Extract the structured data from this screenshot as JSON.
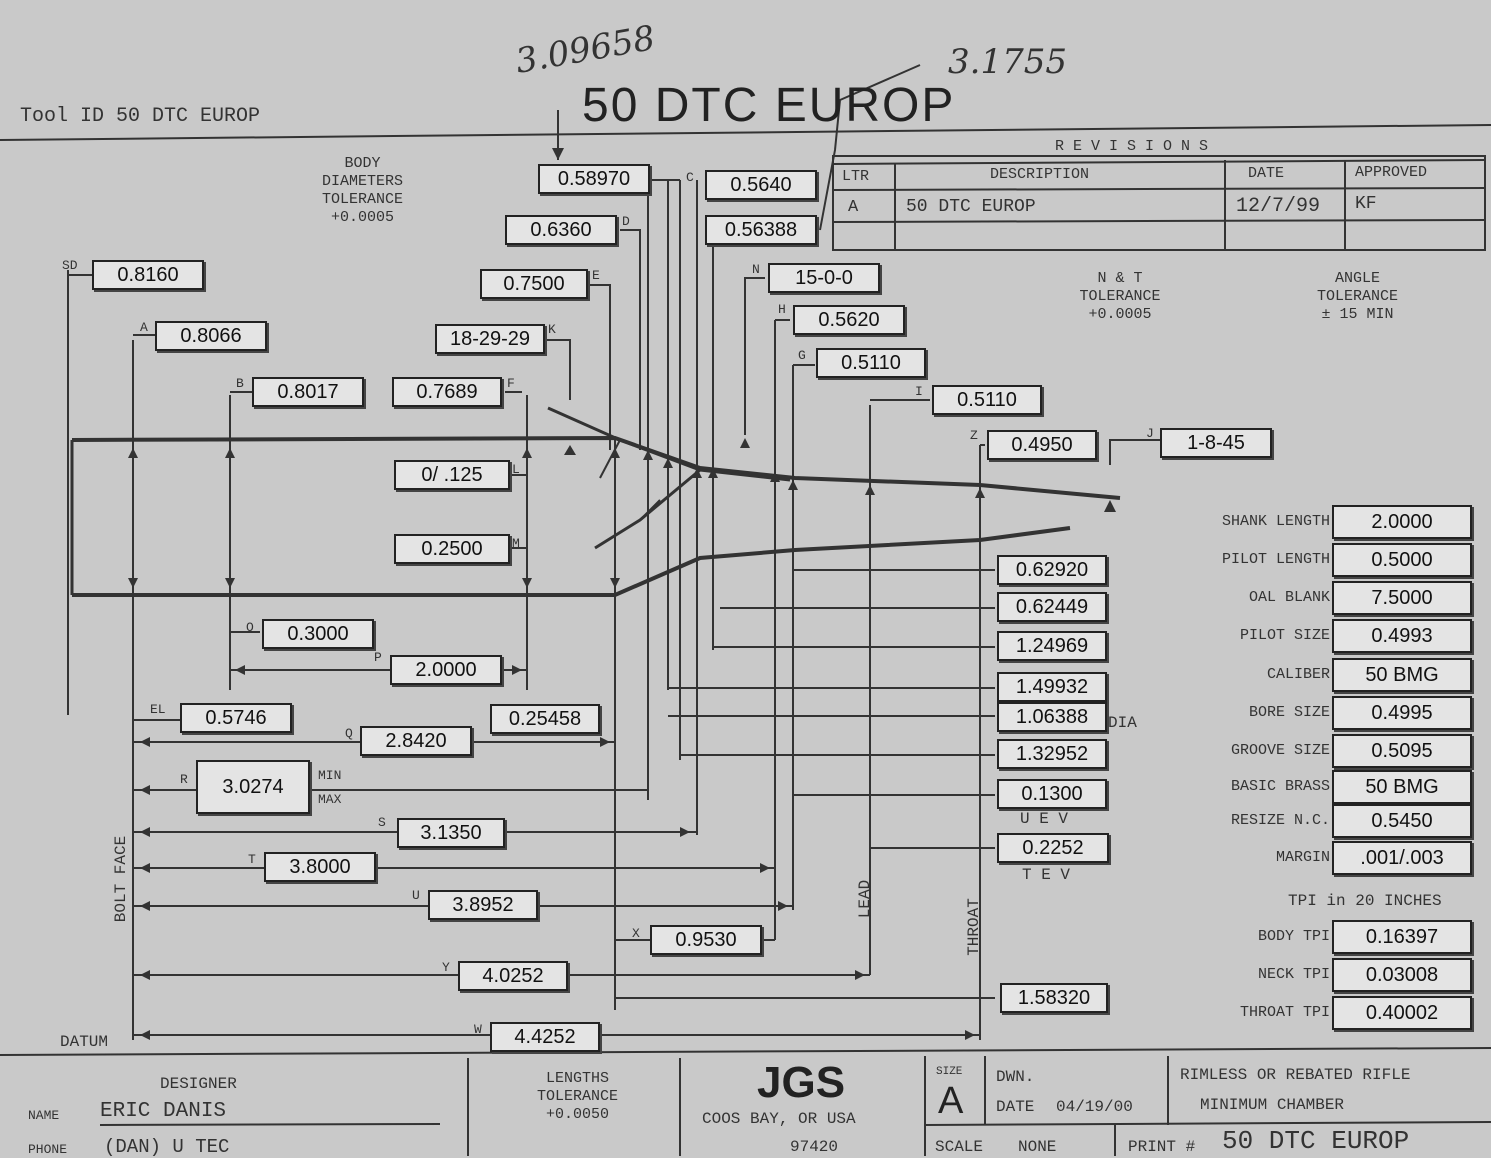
{
  "header": {
    "tool_id": "Tool ID 50 DTC EUROP",
    "title": "50 DTC EUROP",
    "handwritten_left": "3.09658",
    "handwritten_right": "3.1755"
  },
  "revisions": {
    "heading": "R E V I S I O N S",
    "columns": [
      "LTR",
      "DESCRIPTION",
      "DATE",
      "APPROVED"
    ],
    "row": [
      "A",
      "50 DTC EUROP",
      "12/7/99",
      "KF"
    ]
  },
  "notes": {
    "body_diameters": [
      "BODY",
      "DIAMETERS",
      "TOLERANCE",
      "+0.0005"
    ],
    "nt_tolerance": [
      "N & T",
      "TOLERANCE",
      "+0.0005"
    ],
    "angle_tolerance": [
      "ANGLE",
      "TOLERANCE",
      "± 15 MIN"
    ],
    "lengths_tolerance": [
      "LENGTHS",
      "TOLERANCE",
      "+0.0050"
    ],
    "dia": "DIA",
    "min": "MIN",
    "max": "MAX",
    "uev": "U E V",
    "tev": "T E V",
    "bolt_face": "BOLT FACE",
    "lead": "LEAD",
    "throat": "THROAT",
    "datum": "DATUM",
    "tpi_heading": "TPI in 20 INCHES"
  },
  "dims": {
    "sd": "0.8160",
    "a": "0.8066",
    "b": "0.8017",
    "f": "0.7689",
    "k": "18-29-29",
    "e": "0.7500",
    "d": "0.6360",
    "top": "0.58970",
    "c": "0.5640",
    "c2": "0.56388",
    "n": "15-0-0",
    "h": "0.5620",
    "g": "0.5110",
    "i": "0.5110",
    "z": "0.4950",
    "j": "1-8-45",
    "l": "0/ .125",
    "m": "0.2500",
    "o": "0.3000",
    "p": "2.0000",
    "el": "0.5746",
    "q": "2.8420",
    "q2": "0.25458",
    "r": "3.0274",
    "s": "3.1350",
    "t": "3.8000",
    "u": "3.8952",
    "x": "0.9530",
    "y": "4.0252",
    "w": "4.4252",
    "rc1": "0.62920",
    "rc2": "0.62449",
    "rc3": "1.24969",
    "rc4": "1.49932",
    "rc5": "1.06388",
    "rc6": "1.32952",
    "rc7": "0.1300",
    "rc8": "0.2252",
    "rc9": "1.58320"
  },
  "letters": {
    "sd": "SD",
    "a": "A",
    "b": "B",
    "f": "F",
    "k": "K",
    "e": "E",
    "d": "D",
    "c": "C",
    "n": "N",
    "h": "H",
    "g": "G",
    "i": "I",
    "z": "Z",
    "j": "J",
    "l": "L",
    "m": "M",
    "o": "O",
    "p": "P",
    "el": "EL",
    "q": "Q",
    "r": "R",
    "s": "S",
    "t": "T",
    "u": "U",
    "x": "X",
    "y": "Y",
    "w": "W"
  },
  "specs": [
    {
      "label": "SHANK LENGTH",
      "value": "2.0000"
    },
    {
      "label": "PILOT LENGTH",
      "value": "0.5000"
    },
    {
      "label": "OAL BLANK",
      "value": "7.5000"
    },
    {
      "label": "PILOT SIZE",
      "value": "0.4993"
    },
    {
      "label": "CALIBER",
      "value": "50 BMG"
    },
    {
      "label": "BORE SIZE",
      "value": "0.4995"
    },
    {
      "label": "GROOVE SIZE",
      "value": "0.5095"
    },
    {
      "label": "BASIC BRASS",
      "value": "50 BMG"
    },
    {
      "label": "RESIZE N.C.",
      "value": "0.5450"
    },
    {
      "label": "MARGIN",
      "value": ".001/.003"
    }
  ],
  "tpi": [
    {
      "label": "BODY TPI",
      "value": "0.16397"
    },
    {
      "label": "NECK TPI",
      "value": "0.03008"
    },
    {
      "label": "THROAT TPI",
      "value": "0.40002"
    }
  ],
  "title_block": {
    "designer_heading": "DESIGNER",
    "name_label": "NAME",
    "name_value": "ERIC DANIS",
    "phone_label": "PHONE",
    "phone_value": "(DAN) U TEC",
    "company": "JGS",
    "city": "COOS BAY, OR USA",
    "zip": "97420",
    "size_label": "SIZE",
    "size_value": "A",
    "dwn_label": "DWN.",
    "date_label": "DATE",
    "date_value": "04/19/00",
    "description_1": "RIMLESS OR REBATED RIFLE",
    "description_2": "MINIMUM CHAMBER",
    "scale_label": "SCALE",
    "scale_value": "NONE",
    "print_label": "PRINT #",
    "print_value": "50 DTC EUROP"
  }
}
